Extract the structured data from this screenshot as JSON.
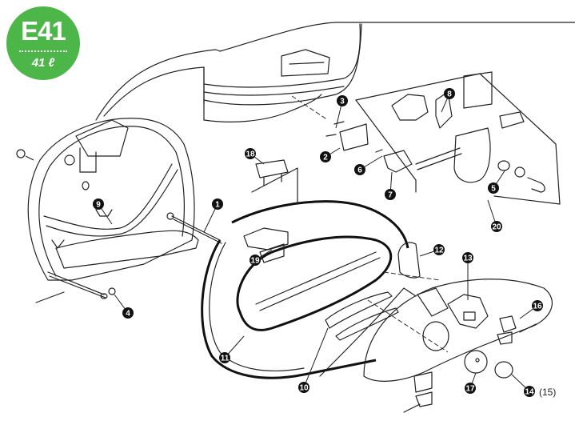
{
  "badge": {
    "code": "E41",
    "capacity": "41 ℓ",
    "color": "#4cb648"
  },
  "diagram": {
    "subject": "top-case-exploded-view",
    "callouts": [
      {
        "id": "c1",
        "label": "1"
      },
      {
        "id": "c2",
        "label": "2"
      },
      {
        "id": "c3",
        "label": "3"
      },
      {
        "id": "c4",
        "label": "4"
      },
      {
        "id": "c5",
        "label": "5"
      },
      {
        "id": "c6",
        "label": "6"
      },
      {
        "id": "c7",
        "label": "7"
      },
      {
        "id": "c8",
        "label": "8"
      },
      {
        "id": "c9",
        "label": "9"
      },
      {
        "id": "c10",
        "label": "10"
      },
      {
        "id": "c11",
        "label": "11"
      },
      {
        "id": "c12",
        "label": "12"
      },
      {
        "id": "c13",
        "label": "13"
      },
      {
        "id": "c14",
        "label": "14"
      },
      {
        "id": "c15",
        "label": "(15)"
      },
      {
        "id": "c16",
        "label": "16"
      },
      {
        "id": "c17",
        "label": "17"
      },
      {
        "id": "c18",
        "label": "18"
      },
      {
        "id": "c19",
        "label": "19"
      },
      {
        "id": "c20",
        "label": "20"
      }
    ]
  }
}
